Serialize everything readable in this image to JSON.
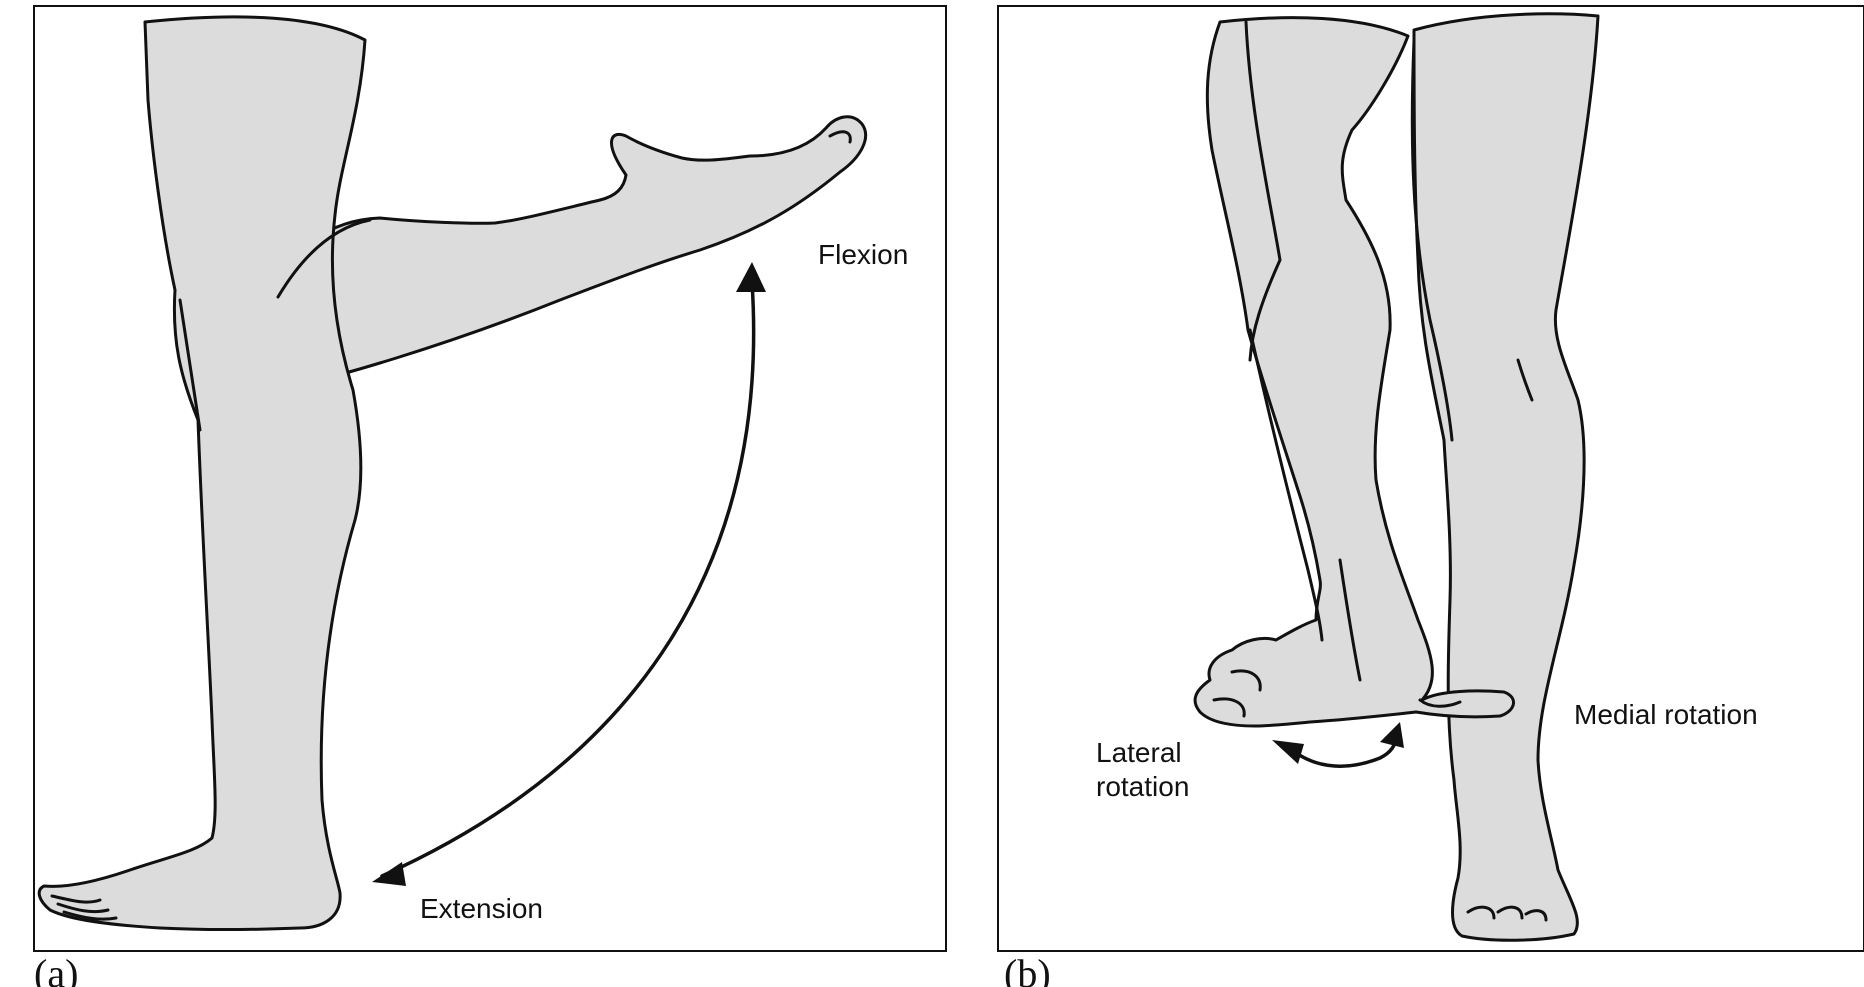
{
  "panels": [
    {
      "id": "a",
      "letter": "(a)",
      "labels": {
        "flexion": "Flexion",
        "extension": "Extension"
      }
    },
    {
      "id": "b",
      "letter": "(b)",
      "labels": {
        "lateral_line1": "Lateral",
        "lateral_line2": "rotation",
        "medial": "Medial rotation"
      }
    }
  ],
  "colors": {
    "fill": "#dcdcdc",
    "stroke": "#111111",
    "background": "#ffffff"
  }
}
